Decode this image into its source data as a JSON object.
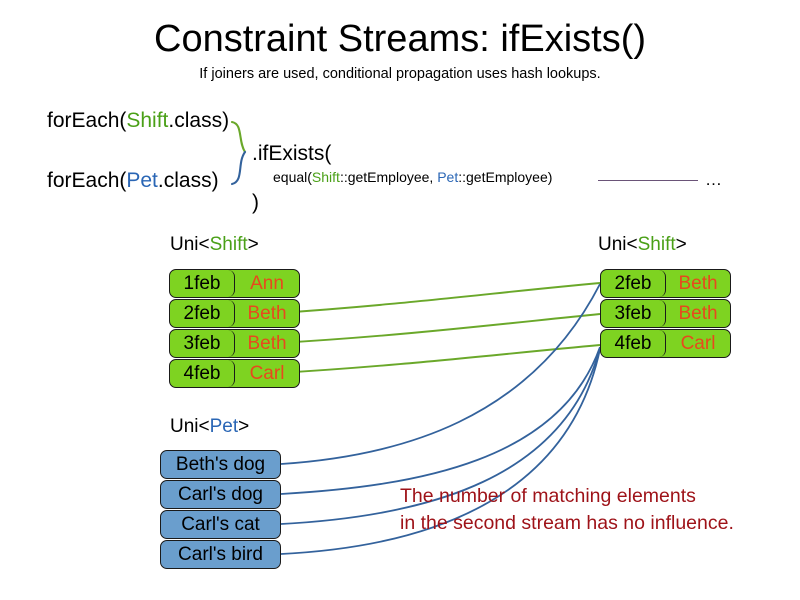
{
  "slide": {
    "title": "Constraint Streams: ifExists()",
    "subtitle": "If joiners are used, conditional propagation uses hash lookups."
  },
  "code": {
    "foreach_shift": {
      "prefix": "forEach(",
      "type": "Shift",
      "suffix": ".class)"
    },
    "foreach_pet": {
      "prefix": "forEach(",
      "type": "Pet",
      "suffix": ".class)"
    },
    "if_exists_open": ".ifExists(",
    "equal": {
      "prefix": "equal(",
      "left_type": "Shift",
      "left_method": "::getEmployee, ",
      "right_type": "Pet",
      "right_method": "::getEmployee)"
    },
    "if_exists_close": ")",
    "tail_ellipsis": "…"
  },
  "streams": {
    "left_shift": {
      "caption_prefix": "Uni<",
      "caption_type": "Shift",
      "caption_suffix": ">",
      "rows": [
        {
          "key": "1feb",
          "value": "Ann"
        },
        {
          "key": "2feb",
          "value": "Beth"
        },
        {
          "key": "3feb",
          "value": "Beth"
        },
        {
          "key": "4feb",
          "value": "Carl"
        }
      ]
    },
    "right_shift": {
      "caption_prefix": "Uni<",
      "caption_type": "Shift",
      "caption_suffix": ">",
      "rows": [
        {
          "key": "2feb",
          "value": "Beth"
        },
        {
          "key": "3feb",
          "value": "Beth"
        },
        {
          "key": "4feb",
          "value": "Carl"
        }
      ]
    },
    "left_pet": {
      "caption_prefix": "Uni<",
      "caption_type": "Pet",
      "caption_suffix": ">",
      "rows": [
        {
          "label": "Beth's dog"
        },
        {
          "label": "Carl's dog"
        },
        {
          "label": "Carl's cat"
        },
        {
          "label": "Carl's bird"
        }
      ]
    }
  },
  "annotation": {
    "line1": "The number of matching elements",
    "line2": "in the second stream has no influence."
  },
  "colors": {
    "shift_green": "#4aa017",
    "pet_blue": "#2a66b5",
    "box_green_fill": "#7ed321",
    "box_blue_fill": "#6a9ecd",
    "value_orange": "#e8491d",
    "annotation_red": "#9e1218",
    "wire_green": "#6aa82a",
    "wire_blue": "#33629c",
    "tail_purple": "#6a5378"
  }
}
